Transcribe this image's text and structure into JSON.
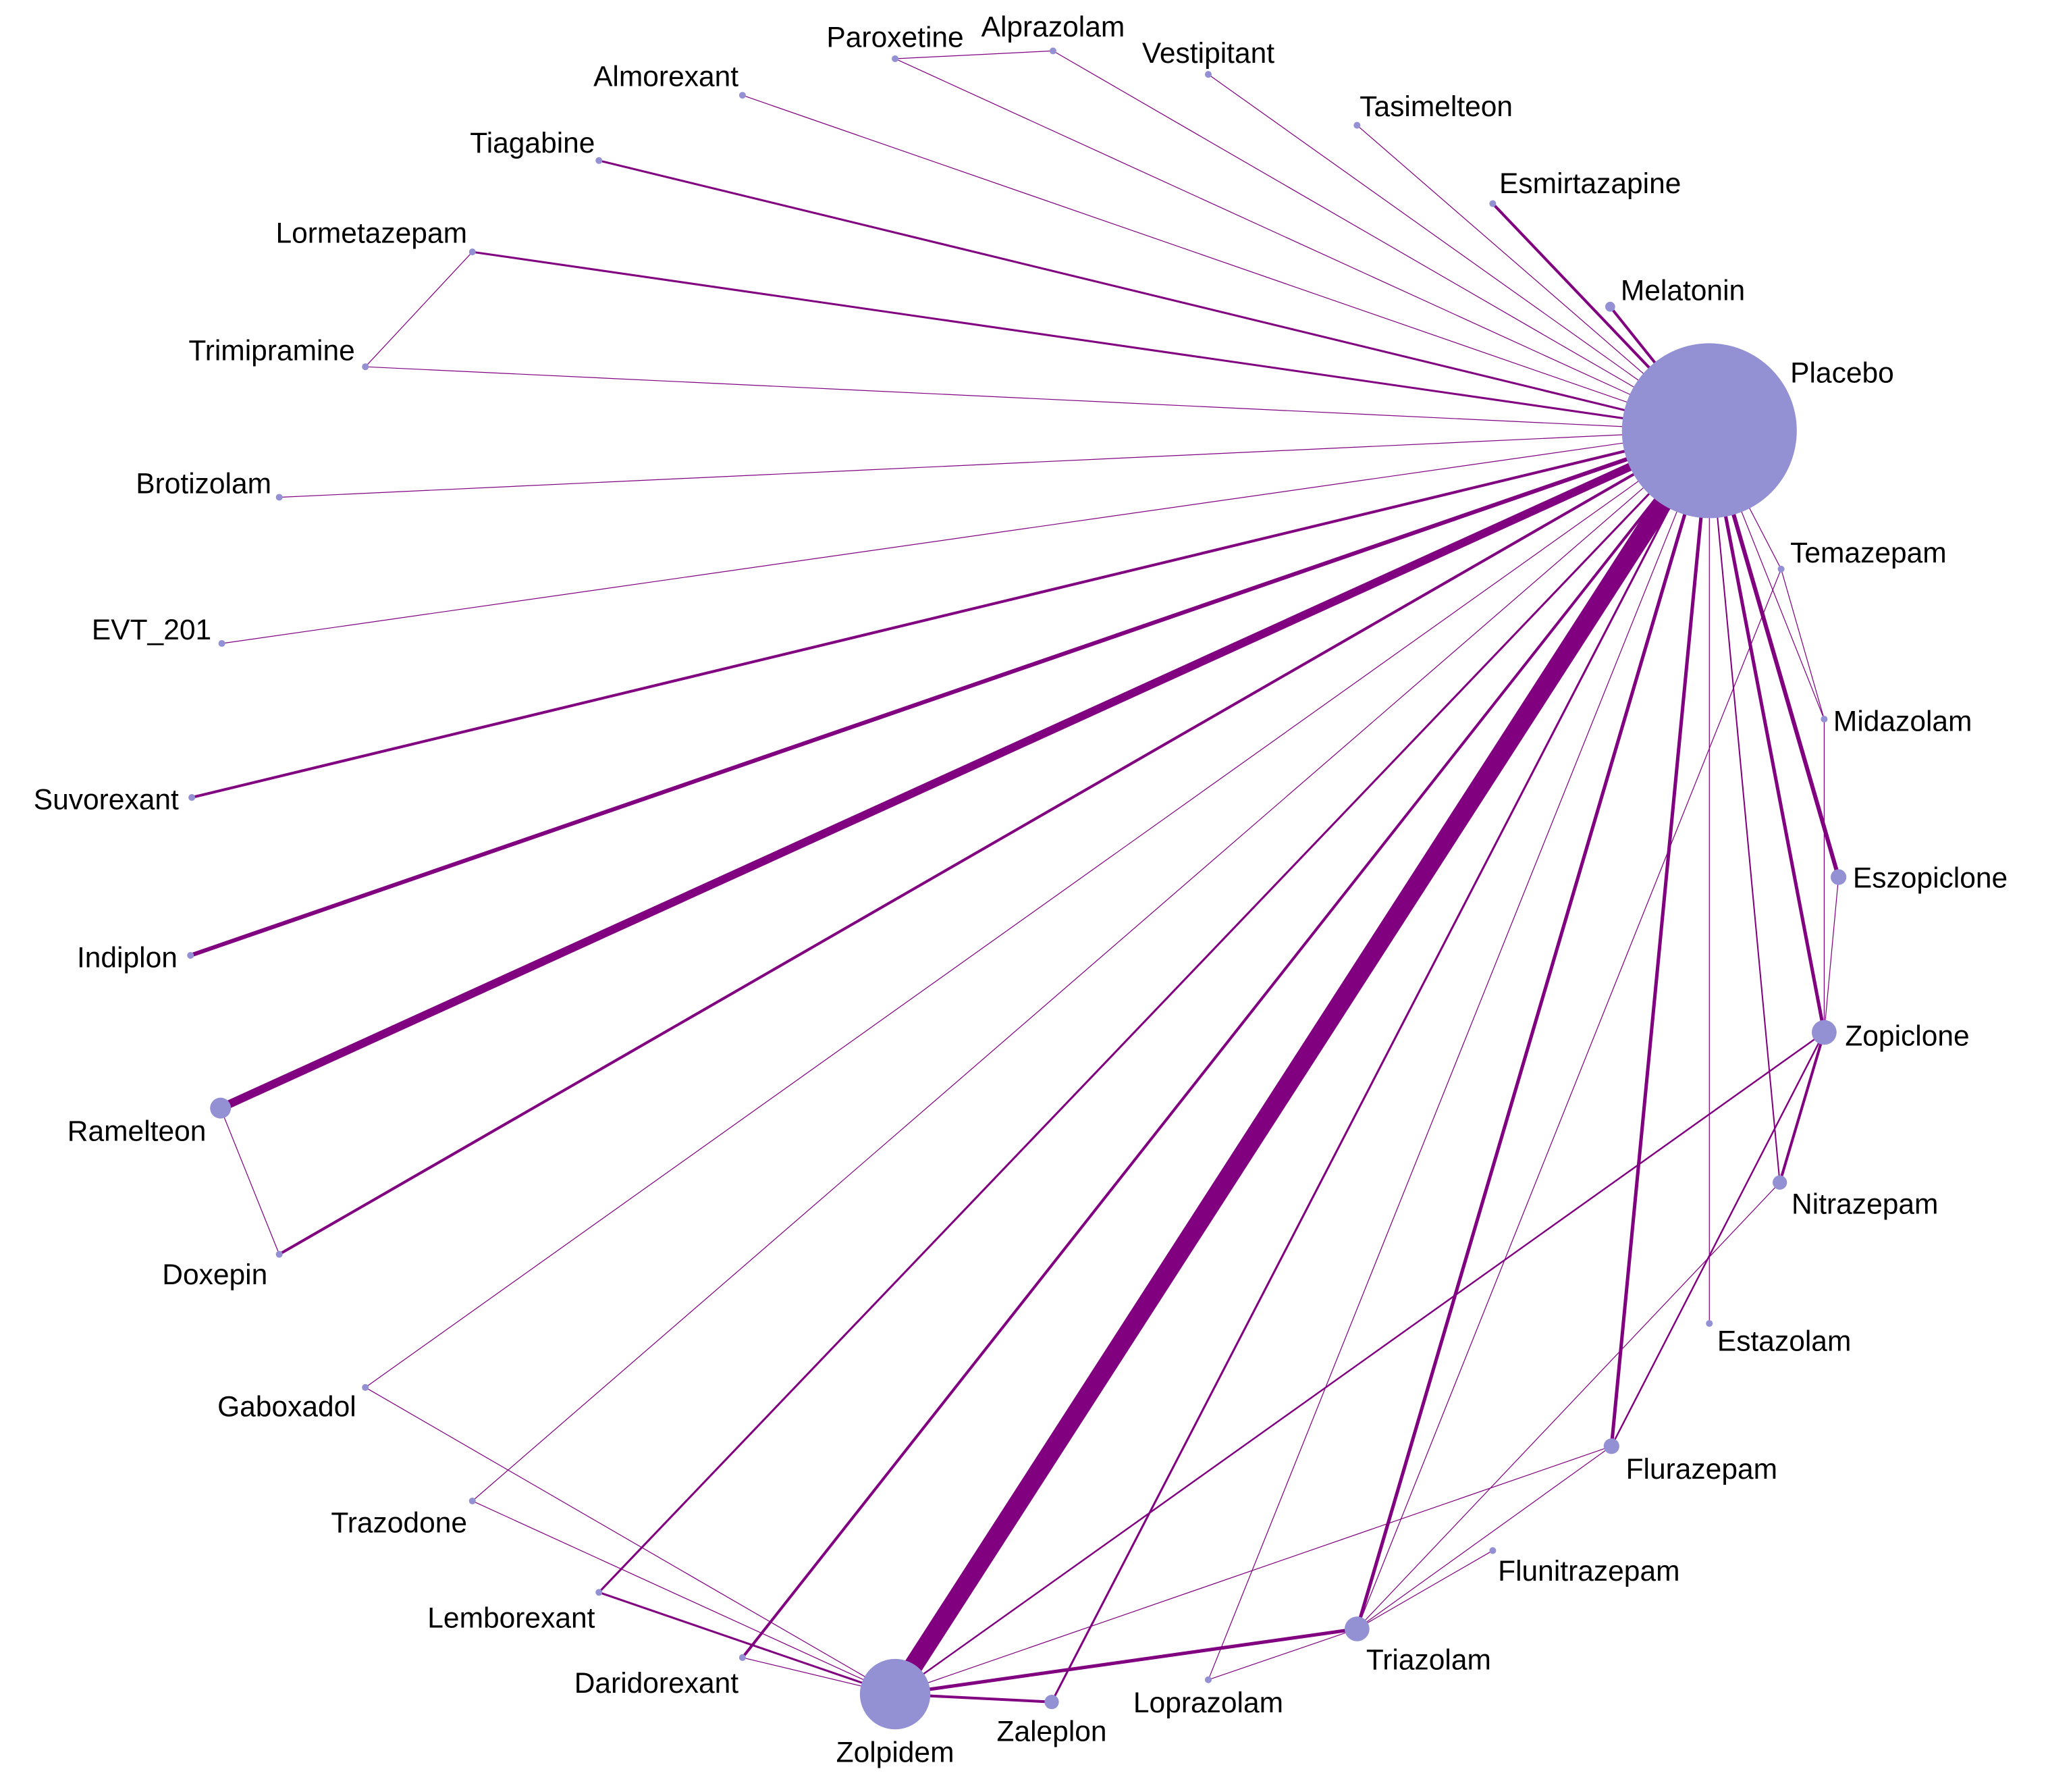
{
  "colors": {
    "edge": "#800080",
    "node": "#9490d4",
    "label": "#000000"
  },
  "nodes": [
    {
      "id": "placebo",
      "label": "Placebo",
      "size": 28
    },
    {
      "id": "zolpidem",
      "label": "Zolpidem",
      "size": 12
    },
    {
      "id": "ramelteon",
      "label": "Ramelteon",
      "size": 3
    },
    {
      "id": "zopiclone",
      "label": "Zopiclone",
      "size": 3
    },
    {
      "id": "triazolam",
      "label": "Triazolam",
      "size": 3
    },
    {
      "id": "eszopiclone",
      "label": "Eszopiclone",
      "size": 2
    },
    {
      "id": "flurazepam",
      "label": "Flurazepam",
      "size": 2
    },
    {
      "id": "zaleplon",
      "label": "Zaleplon",
      "size": 2
    },
    {
      "id": "nitrazepam",
      "label": "Nitrazepam",
      "size": 2
    },
    {
      "id": "melatonin",
      "label": "Melatonin",
      "size": 1
    },
    {
      "id": "esmirtazapine",
      "label": "Esmirtazapine",
      "size": 1
    },
    {
      "id": "tasimelteon",
      "label": "Tasimelteon",
      "size": 1
    },
    {
      "id": "vestipitant",
      "label": "Vestipitant",
      "size": 1
    },
    {
      "id": "alprazolam",
      "label": "Alprazolam",
      "size": 1
    },
    {
      "id": "paroxetine",
      "label": "Paroxetine",
      "size": 1
    },
    {
      "id": "almorexant",
      "label": "Almorexant",
      "size": 1
    },
    {
      "id": "tiagabine",
      "label": "Tiagabine",
      "size": 1
    },
    {
      "id": "lormetazepam",
      "label": "Lormetazepam",
      "size": 1
    },
    {
      "id": "trimipramine",
      "label": "Trimipramine",
      "size": 1
    },
    {
      "id": "brotizolam",
      "label": "Brotizolam",
      "size": 1
    },
    {
      "id": "evt201",
      "label": "EVT_201",
      "size": 1
    },
    {
      "id": "suvorexant",
      "label": "Suvorexant",
      "size": 1
    },
    {
      "id": "indiplon",
      "label": "Indiplon",
      "size": 1
    },
    {
      "id": "doxepin",
      "label": "Doxepin",
      "size": 1
    },
    {
      "id": "gaboxadol",
      "label": "Gaboxadol",
      "size": 1
    },
    {
      "id": "trazodone",
      "label": "Trazodone",
      "size": 1
    },
    {
      "id": "lemborexant",
      "label": "Lemborexant",
      "size": 1
    },
    {
      "id": "daridorexant",
      "label": "Daridorexant",
      "size": 1
    },
    {
      "id": "loprazolam",
      "label": "Loprazolam",
      "size": 1
    },
    {
      "id": "flunitrazepam",
      "label": "Flunitrazepam",
      "size": 1
    },
    {
      "id": "estazolam",
      "label": "Estazolam",
      "size": 1
    },
    {
      "id": "midazolam",
      "label": "Midazolam",
      "size": 1
    },
    {
      "id": "temazepam",
      "label": "Temazepam",
      "size": 1
    }
  ],
  "edges": [
    {
      "source": "placebo",
      "target": "zolpidem",
      "weight": 14
    },
    {
      "source": "placebo",
      "target": "ramelteon",
      "weight": 6
    },
    {
      "source": "placebo",
      "target": "indiplon",
      "weight": 3
    },
    {
      "source": "placebo",
      "target": "suvorexant",
      "weight": 2
    },
    {
      "source": "placebo",
      "target": "doxepin",
      "weight": 2
    },
    {
      "source": "placebo",
      "target": "daridorexant",
      "weight": 2
    },
    {
      "source": "placebo",
      "target": "lemborexant",
      "weight": 1.5
    },
    {
      "source": "placebo",
      "target": "zaleplon",
      "weight": 1.5
    },
    {
      "source": "placebo",
      "target": "triazolam",
      "weight": 2.5
    },
    {
      "source": "placebo",
      "target": "flurazepam",
      "weight": 2.5
    },
    {
      "source": "placebo",
      "target": "zopiclone",
      "weight": 2.5
    },
    {
      "source": "placebo",
      "target": "eszopiclone",
      "weight": 3
    },
    {
      "source": "placebo",
      "target": "nitrazepam",
      "weight": 1
    },
    {
      "source": "placebo",
      "target": "melatonin",
      "weight": 2
    },
    {
      "source": "placebo",
      "target": "esmirtazapine",
      "weight": 2
    },
    {
      "source": "placebo",
      "target": "tiagabine",
      "weight": 1.5
    },
    {
      "source": "placebo",
      "target": "lormetazepam",
      "weight": 1.5
    },
    {
      "source": "placebo",
      "target": "tasimelteon",
      "weight": 0.6
    },
    {
      "source": "placebo",
      "target": "vestipitant",
      "weight": 0.6
    },
    {
      "source": "placebo",
      "target": "alprazolam",
      "weight": 0.6
    },
    {
      "source": "placebo",
      "target": "paroxetine",
      "weight": 0.6
    },
    {
      "source": "placebo",
      "target": "almorexant",
      "weight": 0.6
    },
    {
      "source": "placebo",
      "target": "trimipramine",
      "weight": 0.6
    },
    {
      "source": "placebo",
      "target": "brotizolam",
      "weight": 0.6
    },
    {
      "source": "placebo",
      "target": "evt201",
      "weight": 0.6
    },
    {
      "source": "placebo",
      "target": "gaboxadol",
      "weight": 0.6
    },
    {
      "source": "placebo",
      "target": "trazodone",
      "weight": 0.6
    },
    {
      "source": "placebo",
      "target": "loprazolam",
      "weight": 0.6
    },
    {
      "source": "placebo",
      "target": "estazolam",
      "weight": 0.6
    },
    {
      "source": "placebo",
      "target": "midazolam",
      "weight": 0.6
    },
    {
      "source": "placebo",
      "target": "temazepam",
      "weight": 0.6
    },
    {
      "source": "zolpidem",
      "target": "triazolam",
      "weight": 2.5
    },
    {
      "source": "zolpidem",
      "target": "zaleplon",
      "weight": 2
    },
    {
      "source": "zolpidem",
      "target": "lemborexant",
      "weight": 1.5
    },
    {
      "source": "zolpidem",
      "target": "gaboxadol",
      "weight": 0.6
    },
    {
      "source": "zolpidem",
      "target": "trazodone",
      "weight": 0.6
    },
    {
      "source": "zolpidem",
      "target": "daridorexant",
      "weight": 0.6
    },
    {
      "source": "zolpidem",
      "target": "flurazepam",
      "weight": 0.6
    },
    {
      "source": "zolpidem",
      "target": "zopiclone",
      "weight": 1.2
    },
    {
      "source": "triazolam",
      "target": "loprazolam",
      "weight": 0.6
    },
    {
      "source": "triazolam",
      "target": "flurazepam",
      "weight": 0.6
    },
    {
      "source": "triazolam",
      "target": "flunitrazepam",
      "weight": 0.6
    },
    {
      "source": "triazolam",
      "target": "nitrazepam",
      "weight": 0.6
    },
    {
      "source": "triazolam",
      "target": "temazepam",
      "weight": 0.6
    },
    {
      "source": "flurazepam",
      "target": "zopiclone",
      "weight": 1.2
    },
    {
      "source": "zopiclone",
      "target": "nitrazepam",
      "weight": 2
    },
    {
      "source": "zopiclone",
      "target": "eszopiclone",
      "weight": 0.6
    },
    {
      "source": "zopiclone",
      "target": "midazolam",
      "weight": 0.6
    },
    {
      "source": "temazepam",
      "target": "midazolam",
      "weight": 0.6
    },
    {
      "source": "lormetazepam",
      "target": "trimipramine",
      "weight": 0.6
    },
    {
      "source": "paroxetine",
      "target": "alprazolam",
      "weight": 0.6
    },
    {
      "source": "ramelteon",
      "target": "doxepin",
      "weight": 0.6
    }
  ]
}
